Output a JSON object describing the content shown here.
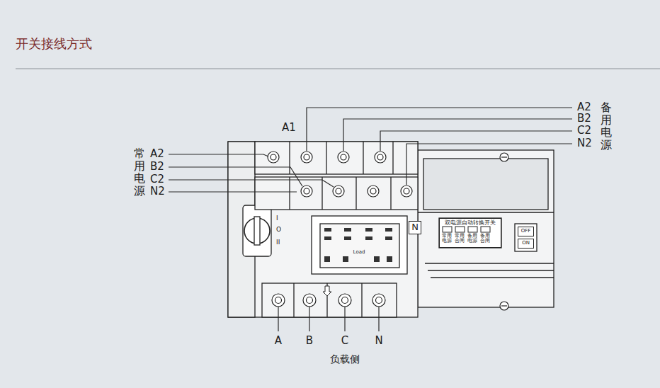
{
  "diagram": {
    "title": "开关接线方式",
    "nodes": [
      {
        "text": [
          "N"
        ]
      },
      {
        "text": [
          "双电源自动转换开关"
        ]
      },
      {
        "text": [
          "OFF"
        ]
      },
      {
        "text": [
          "ON"
        ]
      }
    ],
    "labels": [
      "A1",
      "常用电源",
      "A2",
      "B2",
      "C2",
      "N2",
      "A2",
      "B2",
      "C2",
      "N2",
      "备用电源",
      "A",
      "B",
      "C",
      "N",
      "负载侧",
      "常用 电源",
      "常用 合闸",
      "备用 电源",
      "备用 合闸",
      "I",
      "O",
      "II",
      "Load"
    ]
  }
}
